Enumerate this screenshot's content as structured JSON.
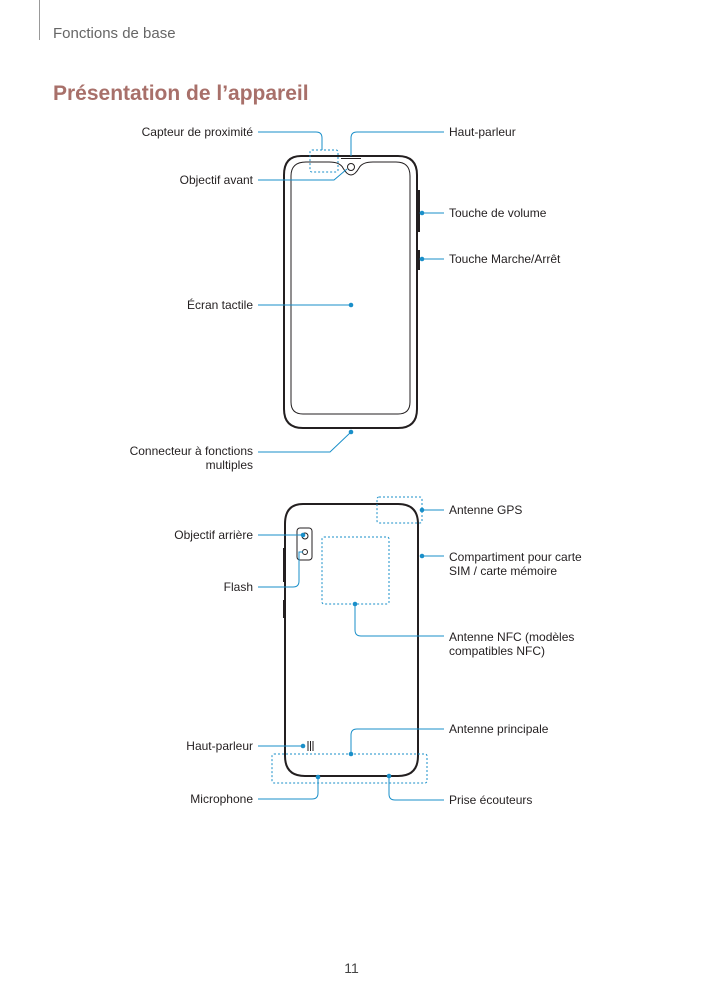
{
  "header": {
    "section": "Fonctions de base"
  },
  "title": "Présentation de l’appareil",
  "front": {
    "labels": {
      "proximity_sensor": "Capteur de proximité",
      "front_camera": "Objectif avant",
      "touchscreen": "Écran tactile",
      "multipurpose_jack_line1": "Connecteur à fonctions",
      "multipurpose_jack_line2": "multiples",
      "earpiece": "Haut-parleur",
      "volume_key": "Touche de volume",
      "side_key": "Touche Marche/Arrêt"
    }
  },
  "back": {
    "labels": {
      "rear_camera": "Objectif arrière",
      "flash": "Flash",
      "speaker": "Haut-parleur",
      "microphone": "Microphone",
      "gps_antenna": "Antenne GPS",
      "sim_tray_line1": "Compartiment pour carte",
      "sim_tray_line2": "SIM / carte mémoire",
      "nfc_antenna_line1": "Antenne NFC (modèles",
      "nfc_antenna_line2": "compatibles NFC)",
      "main_antenna": "Antenne principale",
      "earphone_jack": "Prise écouteurs"
    }
  },
  "colors": {
    "leader": "#1a8fc9",
    "title": "#a8706a",
    "outline": "#231f20"
  },
  "page_number": "11"
}
